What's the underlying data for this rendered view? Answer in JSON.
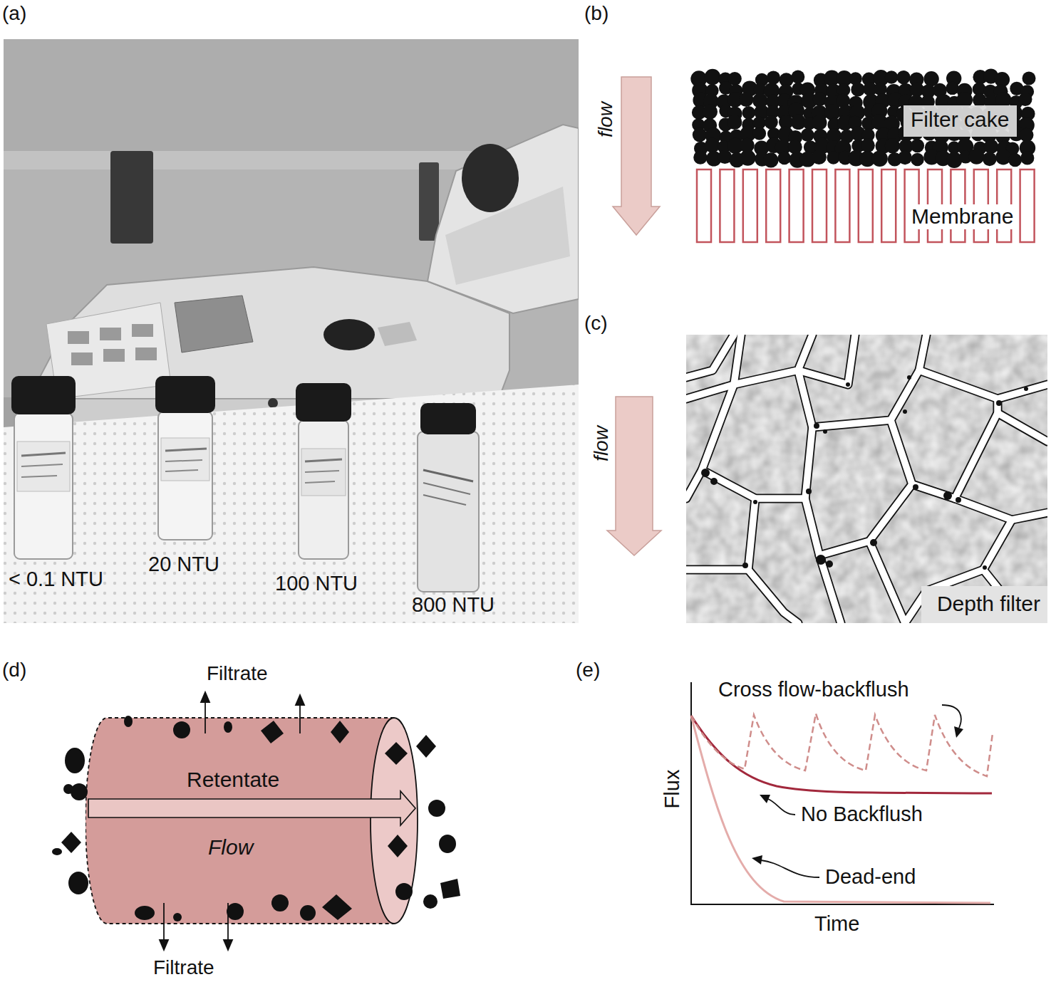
{
  "diagram": {
    "nodes": [
      {
        "text": [
          "Filter cake"
        ]
      },
      {
        "text": [
          "Membrane"
        ]
      },
      {
        "text": [
          "Depth filter"
        ]
      },
      {
        "text": [
          "Retentate",
          "Flow"
        ]
      }
    ],
    "labels": [
      "(a)",
      "(b)",
      "(c)",
      "(d)",
      "(e)",
      "< 0.1 NTU",
      "20 NTU",
      "100 NTU",
      "800 NTU",
      "flow",
      "flow",
      "Filtrate",
      "Filtrate",
      "Cross flow-backflush",
      "Flux",
      "No Backflush",
      "Dead-end",
      "Time"
    ]
  }
}
